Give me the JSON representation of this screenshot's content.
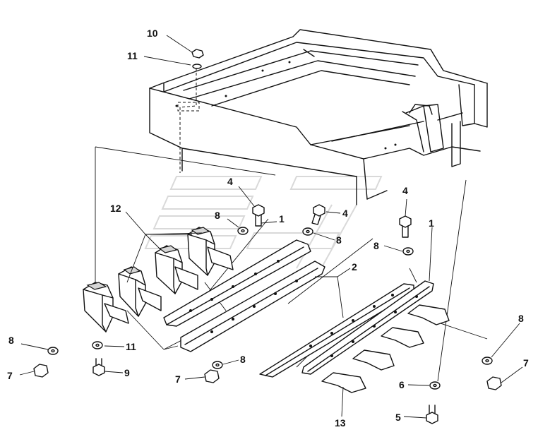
{
  "diagram": {
    "callouts": [
      {
        "id": "c10",
        "text": "10"
      },
      {
        "id": "c11a",
        "text": "11"
      },
      {
        "id": "c12",
        "text": "12"
      },
      {
        "id": "c4a",
        "text": "4"
      },
      {
        "id": "c8a",
        "text": "8"
      },
      {
        "id": "c1a",
        "text": "1"
      },
      {
        "id": "c4b",
        "text": "4"
      },
      {
        "id": "c8b",
        "text": "8"
      },
      {
        "id": "c4c",
        "text": "4"
      },
      {
        "id": "c1b",
        "text": "1"
      },
      {
        "id": "c8c",
        "text": "8"
      },
      {
        "id": "c2",
        "text": "2"
      },
      {
        "id": "c8d",
        "text": "8"
      },
      {
        "id": "c7a",
        "text": "7"
      },
      {
        "id": "c11b",
        "text": "11"
      },
      {
        "id": "c9",
        "text": "9"
      },
      {
        "id": "c8e",
        "text": "8"
      },
      {
        "id": "c7b",
        "text": "7"
      },
      {
        "id": "c13",
        "text": "13"
      },
      {
        "id": "c6",
        "text": "6"
      },
      {
        "id": "c5",
        "text": "5"
      },
      {
        "id": "c8f",
        "text": "8"
      },
      {
        "id": "c7c",
        "text": "7"
      }
    ]
  }
}
